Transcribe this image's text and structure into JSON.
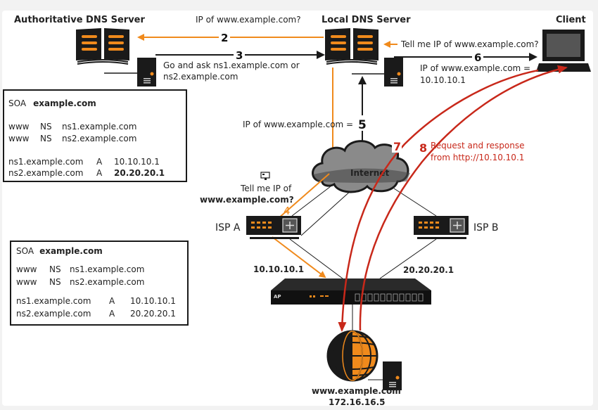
{
  "colors": {
    "orange": "#f08a1c",
    "red": "#c8281a",
    "black": "#1a1a1a",
    "background": "#ffffff"
  },
  "labels": {
    "authoritative_dns": "Authoritative DNS Server",
    "local_dns": "Local DNS Server",
    "client": "Client",
    "internet": "Internet",
    "isp_a": "ISP A",
    "isp_b": "ISP B",
    "isp_a_ip": "10.10.10.1",
    "isp_b_ip": "20.20.20.1",
    "web_host": "www.example.com",
    "web_ip": "172.16.16.5"
  },
  "steps": {
    "s1": {
      "text": "Tell me IP of www.example.com?"
    },
    "s2": {
      "num": "2",
      "text": "IP of www.example.com?"
    },
    "s3": {
      "num": "3",
      "line1": "Go and ask ns1.example.com or",
      "line2": "ns2.example.com"
    },
    "s4": {
      "num": "4",
      "line1": "Tell me IP of",
      "line2": "www.example.com?"
    },
    "s5": {
      "num": "5",
      "text": "IP of www.example.com ="
    },
    "s6": {
      "num": "6",
      "line1": "IP of www.example.com =",
      "line2": "10.10.10.1"
    },
    "s7": {
      "num": "7"
    },
    "s8": {
      "num": "8",
      "line1": "Request and response",
      "line2": "from http://10.10.10.1"
    }
  },
  "soa_tables": [
    {
      "soa": "SOA",
      "zone": "example.com",
      "records": [
        {
          "name": "www",
          "type": "NS",
          "value": "ns1.example.com"
        },
        {
          "name": "www",
          "type": "NS",
          "value": "ns2.example.com"
        },
        {
          "name": "ns1.example.com",
          "type": "A",
          "value": "10.10.10.1"
        },
        {
          "name": "ns2.example.com",
          "type": "A",
          "value": "20.20.20.1"
        }
      ]
    },
    {
      "soa": "SOA",
      "zone": "example.com",
      "records": [
        {
          "name": "www",
          "type": "NS",
          "value": "ns1.example.com"
        },
        {
          "name": "www",
          "type": "NS",
          "value": "ns2.example.com"
        },
        {
          "name": "ns1.example.com",
          "type": "A",
          "value": "10.10.10.1"
        },
        {
          "name": "ns2.example.com",
          "type": "A",
          "value": "20.20.20.1"
        }
      ]
    }
  ],
  "icons": [
    "dns-server-book-icon",
    "server-tower-icon",
    "laptop-icon",
    "cloud-icon",
    "router-icon",
    "load-balancer-icon",
    "globe-icon",
    "message-icon"
  ]
}
